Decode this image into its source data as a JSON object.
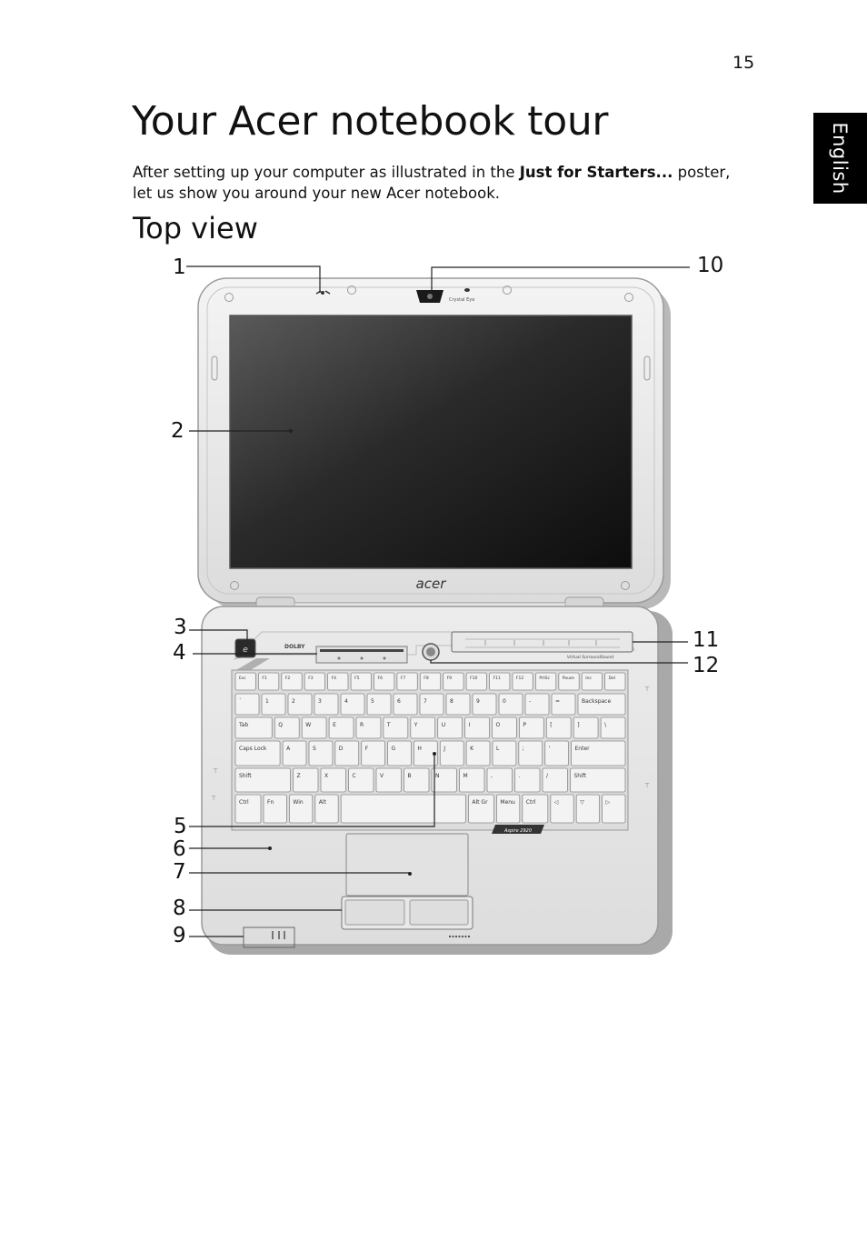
{
  "page_number": "15",
  "language_tab": "English",
  "title": "Your Acer notebook tour",
  "intro": {
    "before": "After setting up your computer as illustrated in the ",
    "bold": "Just for Starters...",
    "after": " poster, let us show you around your new Acer notebook."
  },
  "section_title": "Top view",
  "figure": {
    "brand_logo": "acer",
    "camera_label": "Crystal Eye",
    "palmrest_label": "Aspire 2920",
    "media_strip_label": "Virtual SurroundSound",
    "dolby_label": "DOLBY",
    "callouts": [
      "1",
      "2",
      "3",
      "4",
      "5",
      "6",
      "7",
      "8",
      "9",
      "10",
      "11",
      "12"
    ],
    "keyboard_rows": [
      [
        "Esc",
        "F1",
        "F2",
        "F3",
        "F4",
        "F5",
        "F6",
        "F7",
        "F8",
        "F9",
        "F10",
        "F11",
        "F12",
        "PrtSc",
        "Pause",
        "Ins",
        "Del"
      ],
      [
        "`",
        "1",
        "2",
        "3",
        "4",
        "5",
        "6",
        "7",
        "8",
        "9",
        "0",
        "-",
        "=",
        "Backspace"
      ],
      [
        "Tab",
        "Q",
        "W",
        "E",
        "R",
        "T",
        "Y",
        "U",
        "I",
        "O",
        "P",
        "[",
        "]",
        "\\"
      ],
      [
        "Caps Lock",
        "A",
        "S",
        "D",
        "F",
        "G",
        "H",
        "J",
        "K",
        "L",
        ";",
        "'",
        "Enter"
      ],
      [
        "Shift",
        "Z",
        "X",
        "C",
        "V",
        "B",
        "N",
        "M",
        ",",
        ".",
        "/",
        "Shift"
      ],
      [
        "Ctrl",
        "Fn",
        "Win",
        "Alt",
        "",
        "Alt Gr",
        "Menu",
        "Ctrl",
        "◁",
        "▽",
        "▷"
      ]
    ]
  }
}
